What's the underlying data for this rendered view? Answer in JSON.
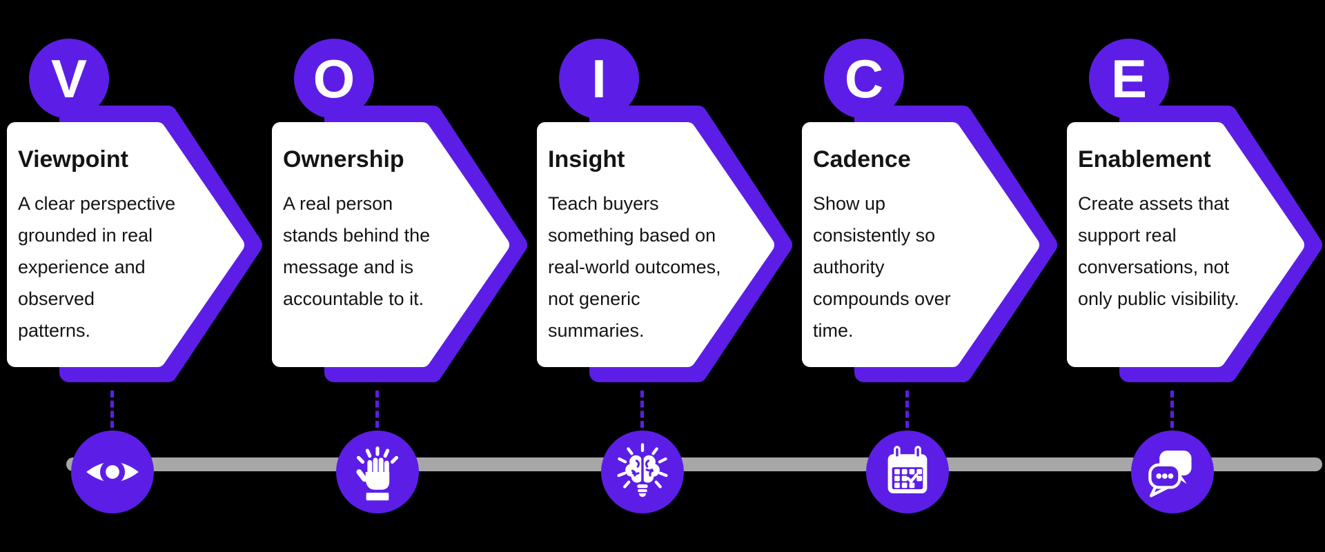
{
  "diagram": {
    "acronym": "VOICE",
    "background_color": "#000000",
    "accent_purple": "#5C1EE6",
    "timeline_gray": "#A7A7A7",
    "card_background": "#FFFFFF",
    "text_color": "#141414"
  },
  "steps": [
    {
      "letter": "V",
      "title": "Viewpoint",
      "body": "A clear perspective\ngrounded in real\nexperience and\nobserved\npatterns.",
      "icon": "eye"
    },
    {
      "letter": "O",
      "title": "Ownership",
      "body": "A real person\nstands behind the\nmessage and is\naccountable to it.",
      "icon": "raised-hand"
    },
    {
      "letter": "I",
      "title": "Insight",
      "body": "Teach buyers\nsomething based on\nreal-world outcomes,\nnot generic\nsummaries.",
      "icon": "brain-lightbulb"
    },
    {
      "letter": "C",
      "title": "Cadence",
      "body": "Show up\nconsistently so\nauthority\ncompounds over\ntime.",
      "icon": "calendar-check"
    },
    {
      "letter": "E",
      "title": "Enablement",
      "body": "Create assets that\nsupport real\nconversations, not\nonly public visibility.",
      "icon": "chat-bubbles"
    }
  ]
}
